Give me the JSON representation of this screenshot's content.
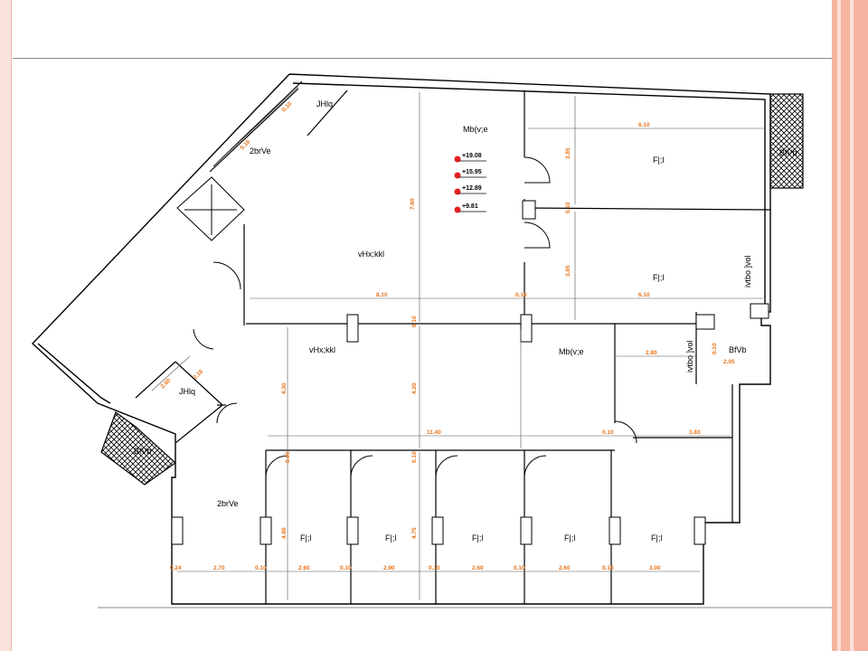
{
  "rooms": {
    "stairs_top": "JHlq",
    "corridor_top": "2brVe",
    "hall_top": "Mb(v;e",
    "main_hall": "vHx;kkl",
    "office_right_1": "F|;l",
    "office_right_2": "F|;l",
    "wc_right": "BfVb",
    "lower_hall": "vHx;kkl",
    "lower_hall_right": "Mb(v;e",
    "stairs_bottom": "JHlq",
    "wc_bottom_left": "BfVb",
    "corridor_bottom": "2brVe",
    "entrance": "BfVb",
    "office_1": "F|;l",
    "office_2": "F|;l",
    "office_3": "F|;l",
    "office_4": "F|;l",
    "office_5": "F|;l",
    "vertical_1": "ivtbo ]vol",
    "vertical_2": "ivtbo ]vol"
  },
  "levels": [
    "+19.08",
    "+15.95",
    "+12.89",
    "+9.81"
  ],
  "dimensions": {
    "d_0_10_top": "0.10",
    "d_5_16": "5.16",
    "d_7_60": "7.60",
    "d_6_10_top": "6.10",
    "d_3_85_top": "3.85",
    "d_0_10_mid": "0.10",
    "d_3_85_bot": "3.85",
    "d_8_10": "8.10",
    "d_0_10_hall": "0.10",
    "d_6_10_mid": "6.10",
    "d_0_10_c": "0.10",
    "d_2_80": "2.80",
    "d_0_10_r": "0.10",
    "d_2_05": "2.05",
    "d_2_60": "2.60",
    "d_2_16": "2.16",
    "d_4_30": "4.30",
    "d_4_20": "4.20",
    "d_11_40": "11.40",
    "d_0_10_e": "0.10",
    "d_3_83": "3.83",
    "d_0_05": "0.05",
    "d_0_10_f": "0.10",
    "d_4_80": "4.80",
    "d_4_75": "4.75",
    "d_0_24": "0.24",
    "d_2_70": "2.70",
    "d_0_10_g": "0.10",
    "b1": "2.60",
    "d_0_10_h": "0.10",
    "b2": "2.90",
    "d_0_10_i": "0.10",
    "b3": "2.60",
    "d_0_10_j": "0.10",
    "b4": "2.60",
    "d_0_10_k": "0.10",
    "b5": "3.00"
  },
  "colors": {
    "walls": "#000000",
    "dimension_text": "#e8741a",
    "level_marker": "#e02020",
    "frame_accent": "#f6b3a0"
  }
}
